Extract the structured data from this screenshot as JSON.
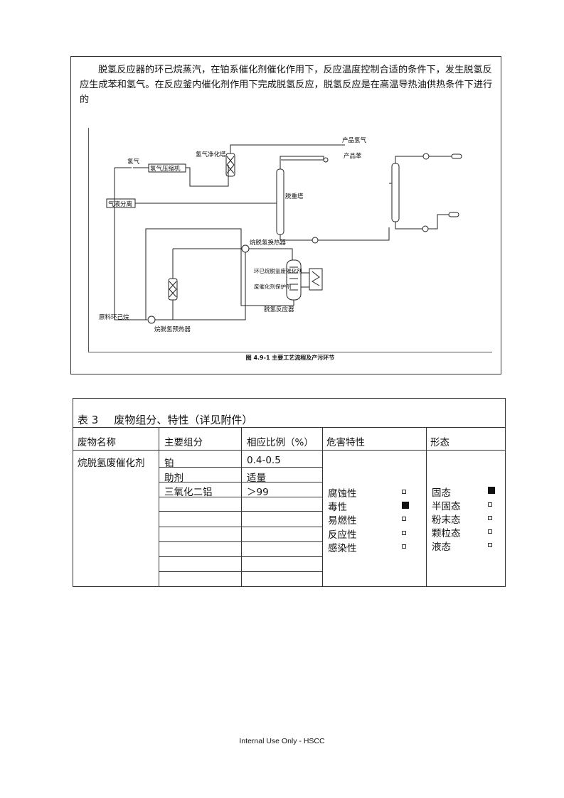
{
  "intro_text": "脱氢反应器的环己烷蒸汽，在铂系催化剂催化作用下，反应温度控制合适的条件下，发生脱氢反应生成苯和氢气。在反应釜内催化剂作用下完成脱氢反应，脱氢反应是在高温导热油供热条件下进行的",
  "diagram": {
    "labels": {
      "hydrogen": "氢气",
      "compressor": "氢气压缩机",
      "purifier": "氢气净化塔",
      "product_h2": "产品氢气",
      "product_benzene": "产品苯",
      "separator": "气液分离",
      "stripper": "脱重塔",
      "feed": "原料环己烷",
      "preheater": "烷脱氢预热器",
      "heat_exchanger": "烷脱氢换热器",
      "catalyst": "环已烷脱氢废催化剂",
      "protectant": "废催化剂保护剂",
      "reactor": "脱氢反应器"
    },
    "caption": "图 4.9-1   主要工艺流程及产污环节"
  },
  "table": {
    "number": "表 3",
    "title": "废物组分、特性（详见附件）",
    "headers": {
      "name": "废物名称",
      "component": "主要组分",
      "ratio": "相应比例（%）",
      "hazard": "危害特性",
      "form": "形态"
    },
    "waste_name": "烷脱氢废催化剂",
    "components": [
      {
        "name": "铂",
        "ratio": "0.4-0.5"
      },
      {
        "name": "助剂",
        "ratio": "适量"
      },
      {
        "name": "三氧化二铝",
        "ratio": "＞99"
      }
    ],
    "hazards": [
      {
        "label": "腐蚀性",
        "checked": false
      },
      {
        "label": "毒性",
        "checked": true
      },
      {
        "label": "易燃性",
        "checked": false
      },
      {
        "label": "反应性",
        "checked": false
      },
      {
        "label": "感染性",
        "checked": false
      }
    ],
    "forms": [
      {
        "label": "固态",
        "checked": true
      },
      {
        "label": "半固态",
        "checked": false
      },
      {
        "label": "粉末态",
        "checked": false
      },
      {
        "label": "颗粒态",
        "checked": false
      },
      {
        "label": "液态",
        "checked": false
      }
    ]
  },
  "footer": "Internal Use Only - HSCC"
}
